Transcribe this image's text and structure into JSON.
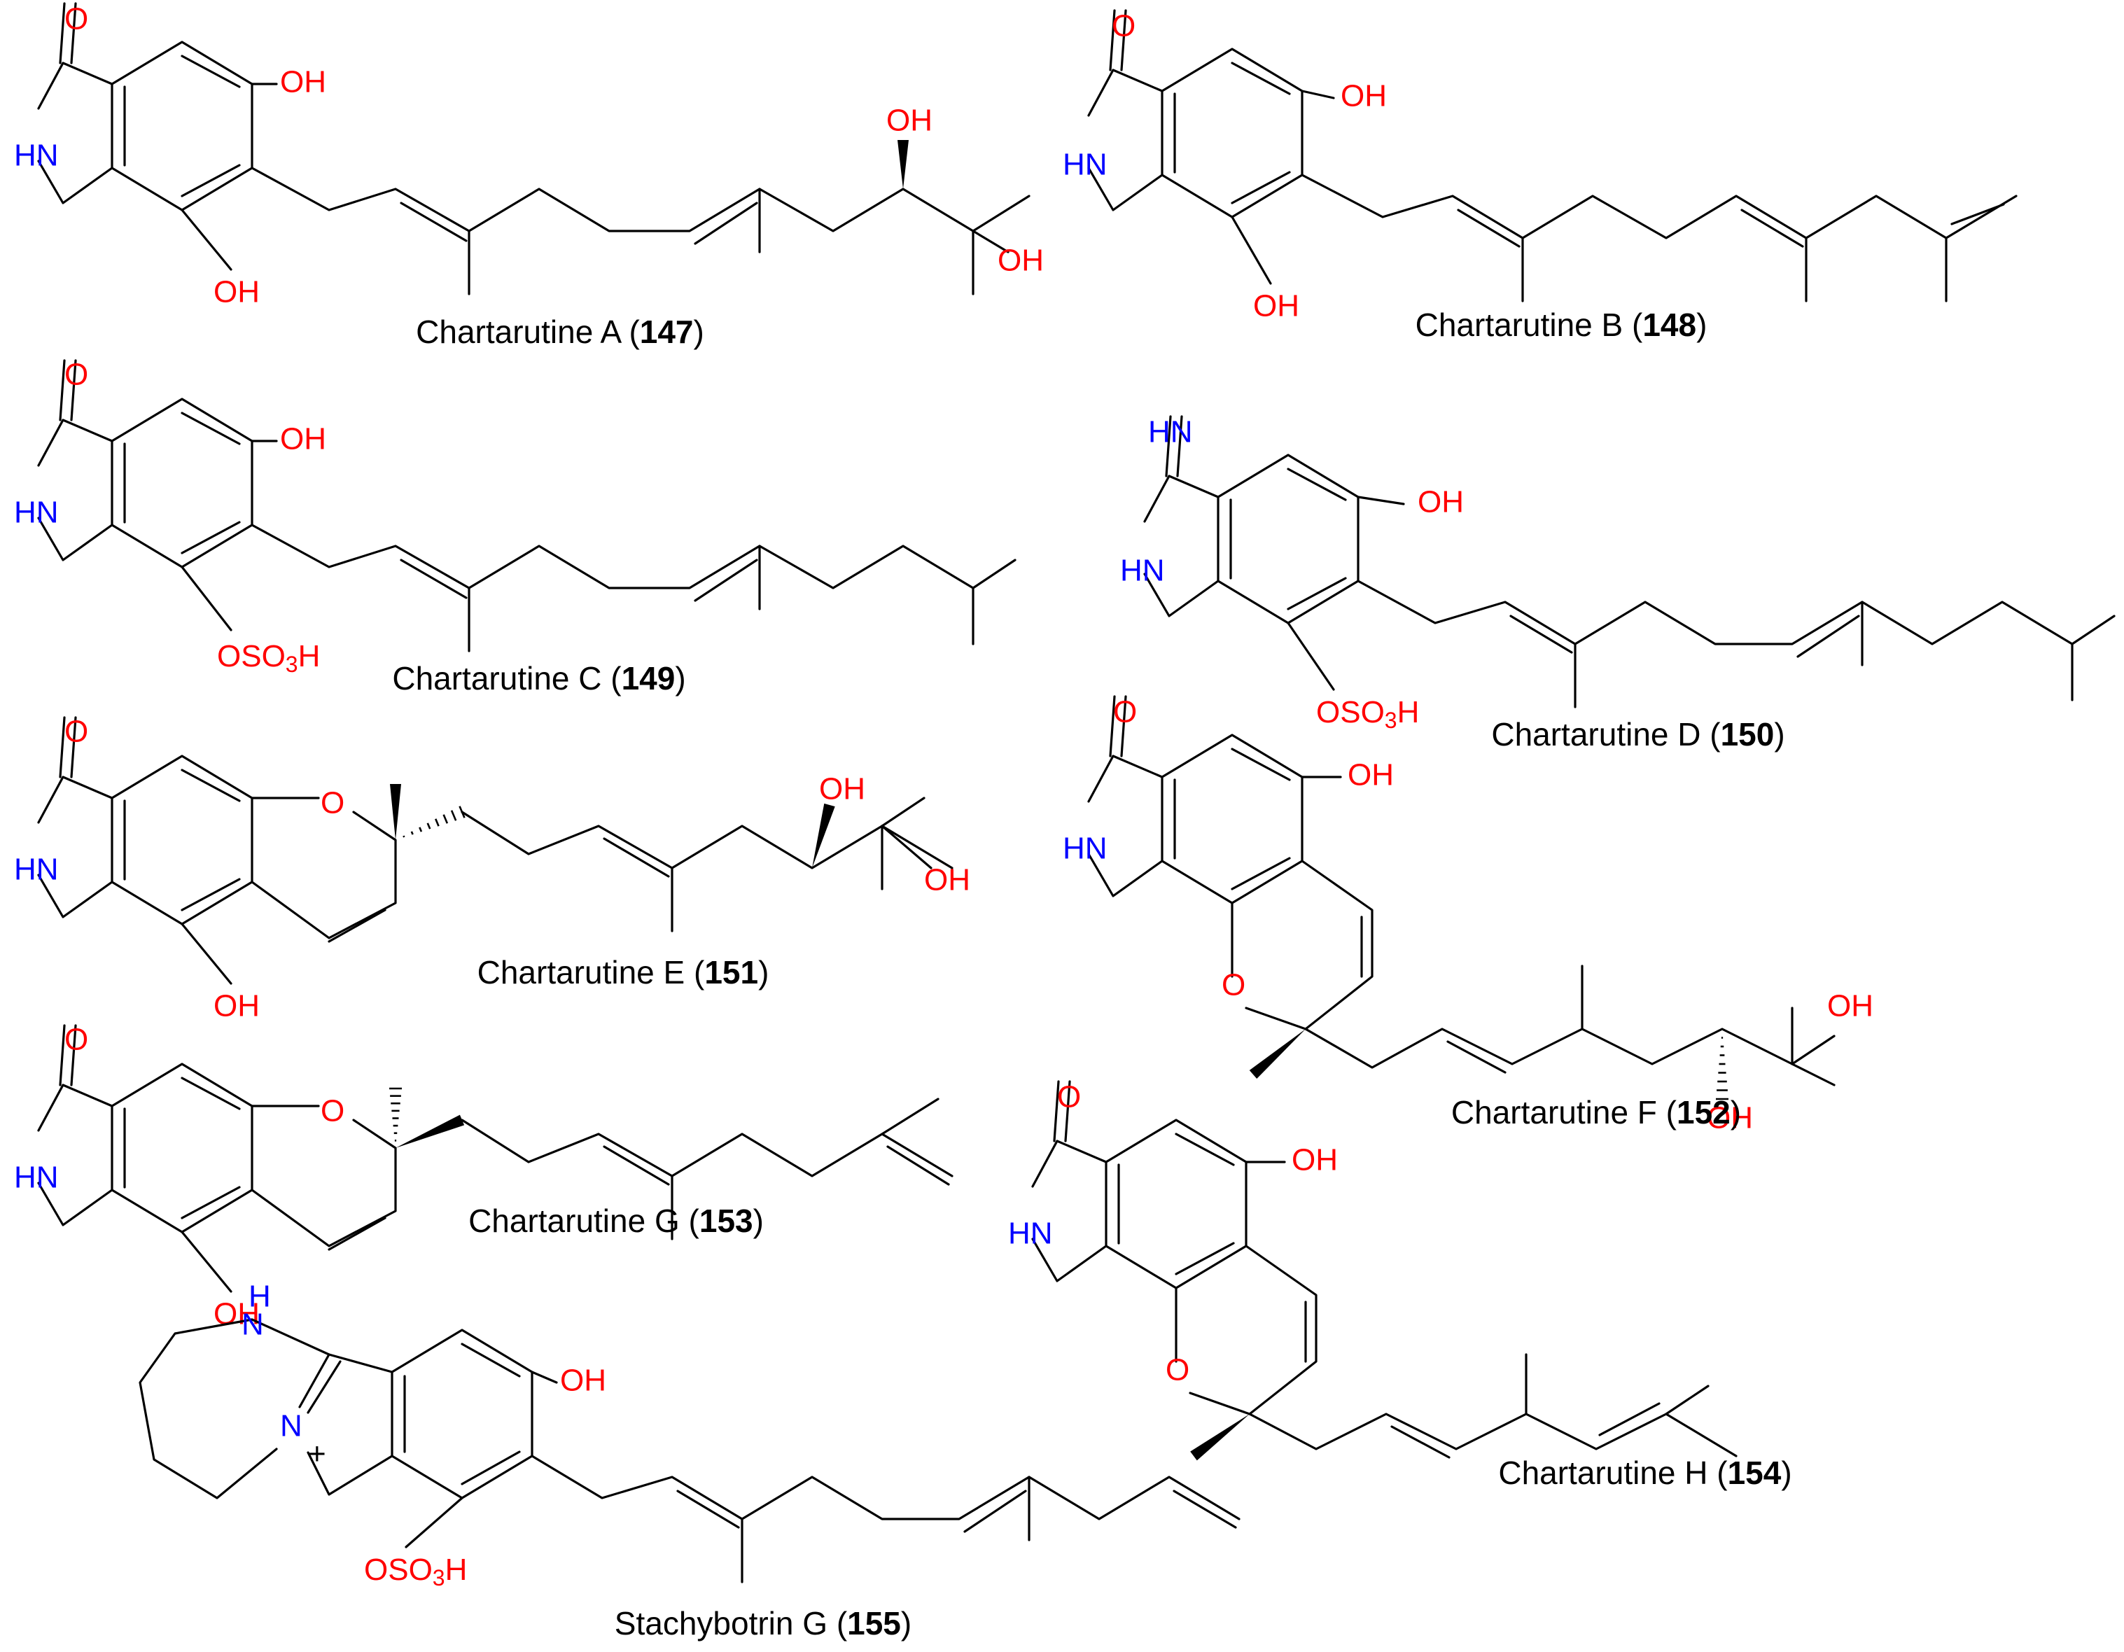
{
  "colors": {
    "oxygen": "#ff0000",
    "nitrogen": "#0000ff",
    "bond": "#000000",
    "background": "#ffffff"
  },
  "atom_labels": {
    "O": "O",
    "OH": "OH",
    "HN": "HN",
    "HN_imine": "HN",
    "H": "H",
    "N": "N",
    "plus": "+",
    "OSO": "OSO",
    "three": "3",
    "Hsuffix": "H"
  },
  "compounds": [
    {
      "name": "Chartarutine A",
      "number": "147"
    },
    {
      "name": "Chartarutine B",
      "number": "148"
    },
    {
      "name": "Chartarutine C",
      "number": "149"
    },
    {
      "name": "Chartarutine D",
      "number": "150"
    },
    {
      "name": "Chartarutine E",
      "number": "151"
    },
    {
      "name": "Chartarutine F",
      "number": "152"
    },
    {
      "name": "Chartarutine G",
      "number": "153"
    },
    {
      "name": "Chartarutine H",
      "number": "154"
    },
    {
      "name": "Stachybotrin G",
      "number": "155"
    }
  ],
  "caption_parts": {
    "open": " (",
    "close": ")"
  }
}
